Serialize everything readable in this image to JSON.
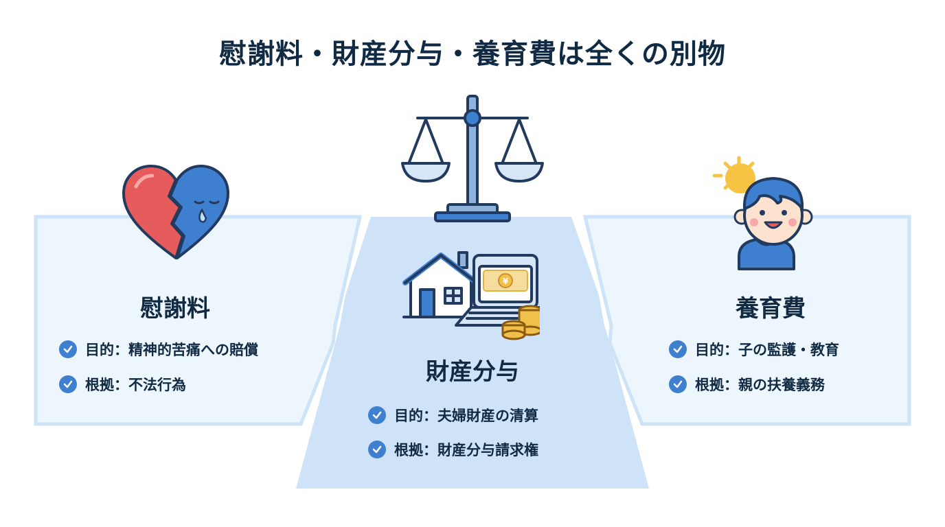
{
  "title": "慰謝料・財産分与・養育費は全くの別物",
  "panels": {
    "left": {
      "title": "慰謝料",
      "icon": "broken-heart-icon",
      "items": [
        {
          "text": "目的：精神的苦痛への賠償"
        },
        {
          "text": "根拠：不法行為"
        }
      ]
    },
    "center": {
      "title": "財産分与",
      "icon": "house-and-money-icon",
      "items": [
        {
          "text": "目的：夫婦財産の清算"
        },
        {
          "text": "根拠：財産分与請求権"
        }
      ]
    },
    "right": {
      "title": "養育費",
      "icon": "child-with-sun-icon",
      "items": [
        {
          "text": "目的：子の監護・教育"
        },
        {
          "text": "根拠：親の扶養義務"
        }
      ]
    }
  },
  "top_icon": "balance-scale-icon",
  "colors": {
    "title": "#102a43",
    "panel_fill": "#eef6fd",
    "panel_border": "#cde3f7",
    "center_fill": "#cde2f7",
    "accent": "#3f7fd0",
    "heart_red": "#e65c5c",
    "heart_blue": "#3f7fd0",
    "sun": "#f6c343",
    "coin": "#f0c04a"
  }
}
